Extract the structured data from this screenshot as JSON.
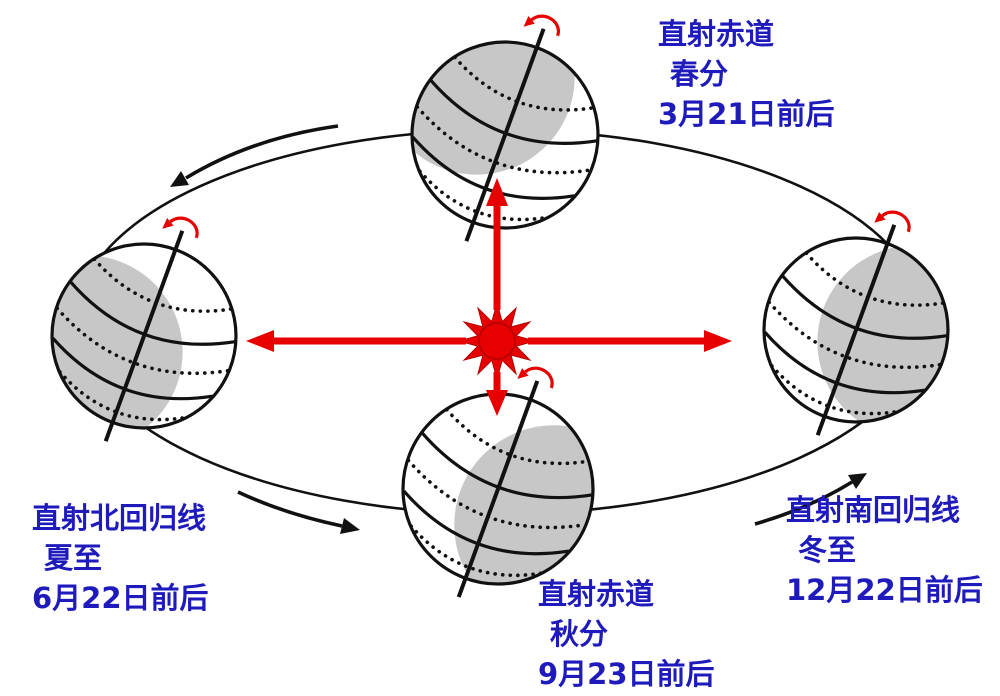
{
  "labels": {
    "spring_equinox": {
      "line1": "直射赤道",
      "line2": "春分",
      "line3": "3月21日前后"
    },
    "summer_solstice": {
      "line1": "直射北回归线",
      "line2": "夏至",
      "line3": "6月22日前后"
    },
    "autumn_equinox": {
      "line1": "直射赤道",
      "line2": "秋分",
      "line3": "9月23日前后"
    },
    "winter_solstice": {
      "line1": "直射南回归线",
      "line2": "冬至",
      "line3": "12月22日前后"
    }
  },
  "colors": {
    "label_text": "#1e1abc",
    "sun_red": "#e60000",
    "arrow_red": "#e60000",
    "line_black": "#111111",
    "night_shade": "#c7c7c7",
    "background": "#ffffff"
  },
  "icons": {
    "sun": "sun-icon",
    "earth_globe": "earth-globe-icon",
    "rotation_arrow": "rotation-arrow-icon",
    "orbit_direction_arrow": "orbit-direction-arrow-icon",
    "sun_ray_arrow": "sun-ray-arrow-icon",
    "orbit": "orbit-ellipse"
  }
}
